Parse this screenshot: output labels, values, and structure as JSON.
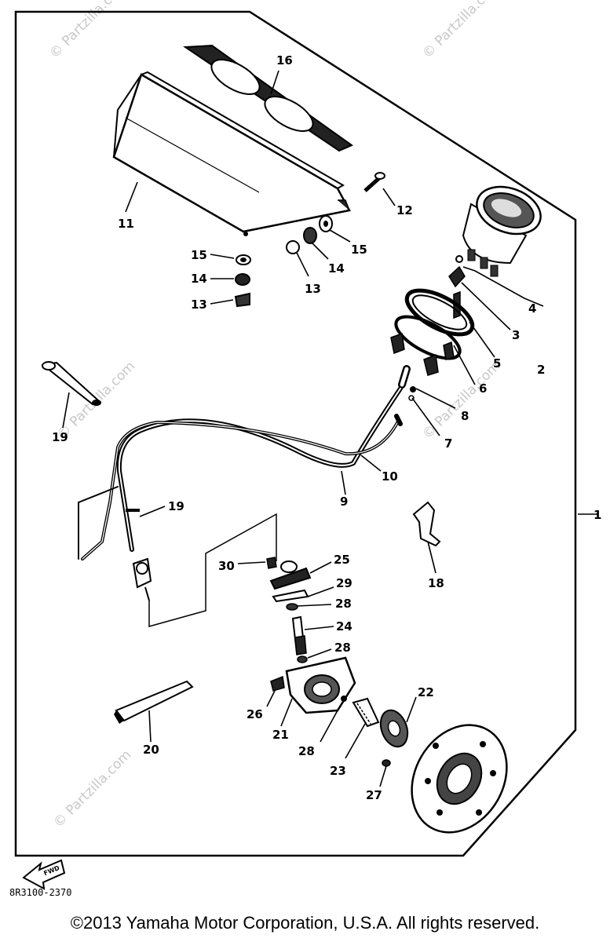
{
  "diagram": {
    "drawing_number": "8R3100-2370",
    "fwd_label": "FWD",
    "callouts": [
      "1",
      "2",
      "3",
      "4",
      "5",
      "6",
      "7",
      "8",
      "9",
      "10",
      "11",
      "12",
      "13",
      "14",
      "15",
      "15",
      "14",
      "13",
      "16",
      "18",
      "19",
      "19",
      "20",
      "21",
      "22",
      "23",
      "24",
      "25",
      "26",
      "27",
      "28",
      "28",
      "28",
      "29",
      "30"
    ],
    "watermark": "© Partzilla.com"
  },
  "footer": {
    "copyright": "©2013 Yamaha Motor Corporation, U.S.A. All rights reserved."
  }
}
